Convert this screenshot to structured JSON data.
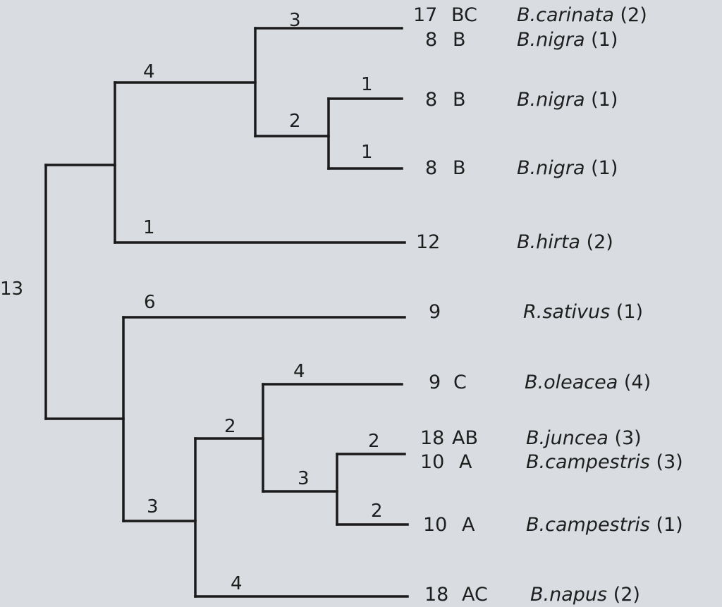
{
  "root_label": "13",
  "branch_labels": {
    "b_carinata_nigra": "3",
    "b_inner_clade": "4",
    "b_nigra_pair": "2",
    "b_nigra_1": "1",
    "b_nigra_2": "1",
    "b_hirta": "1",
    "b_sativus": "6",
    "b_lower_clade": "3",
    "b_oleacea_juncea_campestris": "2",
    "b_oleacea": "4",
    "b_juncea_campestris": "3",
    "b_juncea_campestris_3": "2",
    "b_campestris_1": "2",
    "b_napus": "4"
  },
  "leaves": [
    {
      "chromosomes": "17",
      "genome": "BC",
      "genus": "B.",
      "species": "carinata",
      "count": "(2)"
    },
    {
      "chromosomes": "8",
      "genome": "B",
      "genus": "B.",
      "species": "nigra",
      "count": "(1)"
    },
    {
      "chromosomes": "8",
      "genome": "B",
      "genus": "B.",
      "species": "nigra",
      "count": "(1)"
    },
    {
      "chromosomes": "8",
      "genome": "B",
      "genus": "B.",
      "species": "nigra",
      "count": "(1)"
    },
    {
      "chromosomes": "12",
      "genome": "",
      "genus": "B.",
      "species": "hirta",
      "count": "(2)"
    },
    {
      "chromosomes": "9",
      "genome": "",
      "genus": "R.",
      "species": "sativus",
      "count": "(1)"
    },
    {
      "chromosomes": "9",
      "genome": "C",
      "genus": "B.",
      "species": "oleacea",
      "count": "(4)"
    },
    {
      "chromosomes": "18",
      "genome": "AB",
      "genus": "B.",
      "species": "juncea",
      "count": "(3)"
    },
    {
      "chromosomes": "10",
      "genome": "A",
      "genus": "B.",
      "species": "campestris",
      "count": "(3)"
    },
    {
      "chromosomes": "10",
      "genome": "A",
      "genus": "B.",
      "species": "campestris",
      "count": "(1)"
    },
    {
      "chromosomes": "18",
      "genome": "AC",
      "genus": "B.",
      "species": "napus",
      "count": "(2)"
    }
  ]
}
